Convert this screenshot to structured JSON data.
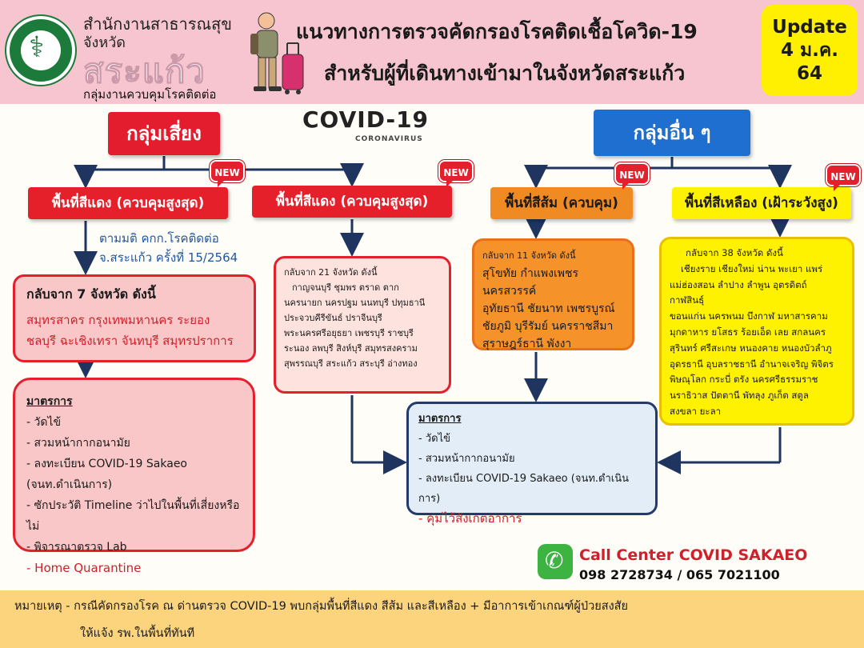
{
  "header": {
    "org_line1": "สำนักงานสาธารณสุข",
    "org_line2": "จังหวัด",
    "org_province": "สระแก้ว",
    "org_dept": "กลุ่มงานควบคุมโรคติดต่อ",
    "title_line1": "แนวทางการตรวจคัดกรองโรคติดเชื้อโควิด-19",
    "title_line2": "สำหรับผู้ที่เดินทางเข้ามาในจังหวัดสระแก้ว",
    "update_lines": [
      "Update",
      "4 ม.ค.",
      "64"
    ]
  },
  "logo": {
    "icon": "ministry-of-public-health-seal-icon",
    "color": "#1c7a3a"
  },
  "covid_logo": {
    "title": "COVID-19",
    "subtitle": "CORONAVIRUS"
  },
  "groups": {
    "risk": {
      "label": "กลุ่มเสี่ยง",
      "color": "#e31d2e"
    },
    "other": {
      "label": "กลุ่มอื่น ๆ",
      "color": "#1e6fd0"
    }
  },
  "badge_new": "NEW",
  "zones": {
    "red_1": "พื้นที่สีแดง (ควบคุมสูงสุด)",
    "red_2": "พื้นที่สีแดง (ควบคุมสูงสุด)",
    "orange": "พื้นที่สีส้ม (ควบคุม)",
    "yellow": "พื้นที่สีเหลือง (เฝ้าระวังสูง)"
  },
  "resolution": [
    "ตามมติ คกก.โรคติดต่อ",
    "จ.สระแก้ว ครั้งที่ 15/2564"
  ],
  "provinces": {
    "red_1": {
      "heading": "กลับจาก 7 จังหวัด ดังนี้",
      "lines": [
        "สมุทรสาคร กรุงเทพมหานคร ระยอง",
        "ชลบุรี ฉะเชิงเทรา จันทบุรี สมุทรปราการ"
      ]
    },
    "red_2": {
      "heading": "กลับจาก 21 จังหวัด ดังนี้",
      "lines": [
        "กาญจนบุรี ชุมพร ตราด ตาก",
        "นครนายก นครปฐม นนทบุรี ปทุมธานี",
        "ประจวบคีรีขันธ์ ปราจีนบุรี",
        "พระนครศรีอยุธยา เพชรบุรี ราชบุรี",
        "ระนอง ลพบุรี สิงห์บุรี สมุทรสงคราม",
        "สุพรรณบุรี สระแก้ว สระบุรี อ่างทอง"
      ]
    },
    "orange": {
      "heading": "กลับจาก 11 จังหวัด ดังนี้",
      "lines": [
        "สุโขทัย กำแพงเพชร นครสวรรค์",
        "อุทัยธานี ชัยนาท เพชรบูรณ์",
        "ชัยภูมิ บุรีรัมย์ นครราชสีมา",
        "สุราษฎร์ธานี  พังงา"
      ]
    },
    "yellow": {
      "heading": "กลับจาก 38 จังหวัด ดังนี้",
      "lines": [
        "เชียงราย เชียงใหม่ น่าน พะเยา แพร่",
        "แม่ฮ่องสอน ลำปาง ลำพูน อุตรดิตถ์ กาฬสินธุ์",
        "ขอนแก่น นครพนม บึงกาฬ มหาสารคาม",
        "มุกดาหาร ยโสธร ร้อยเอ็ด เลย สกลนคร",
        "สุรินทร์ ศรีสะเกษ หนองคาย หนองบัวลำภู",
        "อุดรธานี อุบลราชธานี อำนาจเจริญ พิจิตร",
        "พิษณุโลก กระบี่ ตรัง นครศรีธรรมราช",
        "นราธิวาส ปัตตานี  พัทลุง ภูเก็ต สตูล",
        "สงขลา ยะลา"
      ]
    }
  },
  "measures_risk": {
    "title": "มาตรการ",
    "items": [
      "- วัดไข้",
      "- สวมหน้ากากอนามัย",
      "- ลงทะเบียน COVID-19 Sakaeo (จนท.ดำเนินการ)",
      "- ซักประวัติ Timeline ว่าไปในพื้นที่เสี่ยงหรือไม่",
      "- พิจารณาตรวจ Lab"
    ],
    "highlight": "- Home Quarantine"
  },
  "measures_other": {
    "title": "มาตรการ",
    "items": [
      "- วัดไข้",
      "- สวมหน้ากากอนามัย",
      "- ลงทะเบียน COVID-19 Sakaeo (จนท.ดำเนินการ)"
    ],
    "highlight": "-  คุมไว้สังเกตอาการ"
  },
  "call_center": {
    "icon": "phone-icon",
    "title": "Call Center COVID SAKAEO",
    "numbers": "098 2728734 / 065 7021100"
  },
  "footer": {
    "note_line1": "หมายเหตุ - กรณีคัดกรองโรค ณ ด่านตรวจ COVID-19  พบกลุ่มพื้นที่สีแดง สีส้ม และสีเหลือง + มีอาการเข้าเกณฑ์ผู้ป่วยสงสัย",
    "note_line2": "ให้แจ้ง รพ.ในพื้นที่ทันที"
  }
}
